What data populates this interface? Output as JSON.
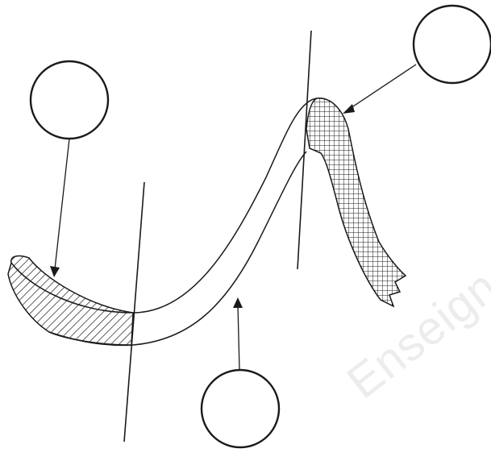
{
  "diagram": {
    "label_circles": [
      {
        "id": "top-left",
        "text": ""
      },
      {
        "id": "top-right",
        "text": ""
      },
      {
        "id": "bottom",
        "text": ""
      }
    ],
    "regions": [
      {
        "id": "left-tip",
        "pattern": "diagonal-hatch"
      },
      {
        "id": "right-tip",
        "pattern": "cross-hatch"
      }
    ],
    "watermark": {
      "text": "Enseigne"
    },
    "colors": {
      "ink": "#1a1a1a",
      "background": "#ffffff",
      "watermark": "#ececec"
    }
  }
}
